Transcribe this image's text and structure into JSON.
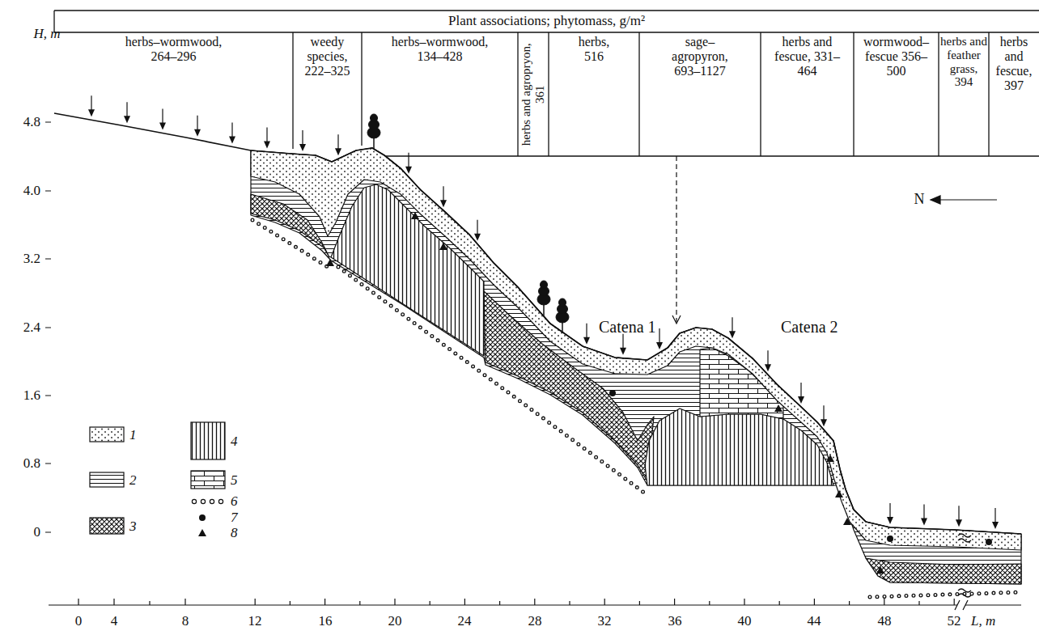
{
  "diagram": {
    "nodes": [
      {
        "text": [
          "Plant associations; phytomass, g/m²"
        ]
      },
      {
        "text": [
          "herbs–wormwood, 264–296"
        ]
      },
      {
        "text": [
          "weedy species, 222–325"
        ]
      },
      {
        "text": [
          "herbs–wormwood, 134–428"
        ]
      },
      {
        "text": [
          "herbs and agropryon, 361"
        ]
      },
      {
        "text": [
          "herbs, 516"
        ]
      },
      {
        "text": [
          "sage–agropyron, 693–1127"
        ]
      },
      {
        "text": [
          "herbs and fescue, 331–464"
        ]
      },
      {
        "text": [
          "wormwood–fescue 356–500"
        ]
      },
      {
        "text": [
          "herbs and feather grass, 394"
        ]
      },
      {
        "text": [
          "herbs and fescue, 397"
        ]
      }
    ],
    "labels": [
      "H, m",
      "4.8",
      "4.0",
      "3.2",
      "2.4",
      "1.6",
      "0.8",
      "0",
      "0",
      "4",
      "8",
      "12",
      "16",
      "20",
      "24",
      "28",
      "32",
      "36",
      "40",
      "44",
      "48",
      "52",
      "L, m",
      "Catena 1",
      "Catena 2",
      "N"
    ],
    "legend": [
      {
        "text": "1"
      },
      {
        "text": "2"
      },
      {
        "text": "3"
      },
      {
        "text": "4"
      },
      {
        "text": "5"
      },
      {
        "text": "6"
      },
      {
        "text": "7"
      },
      {
        "text": "8"
      }
    ]
  }
}
